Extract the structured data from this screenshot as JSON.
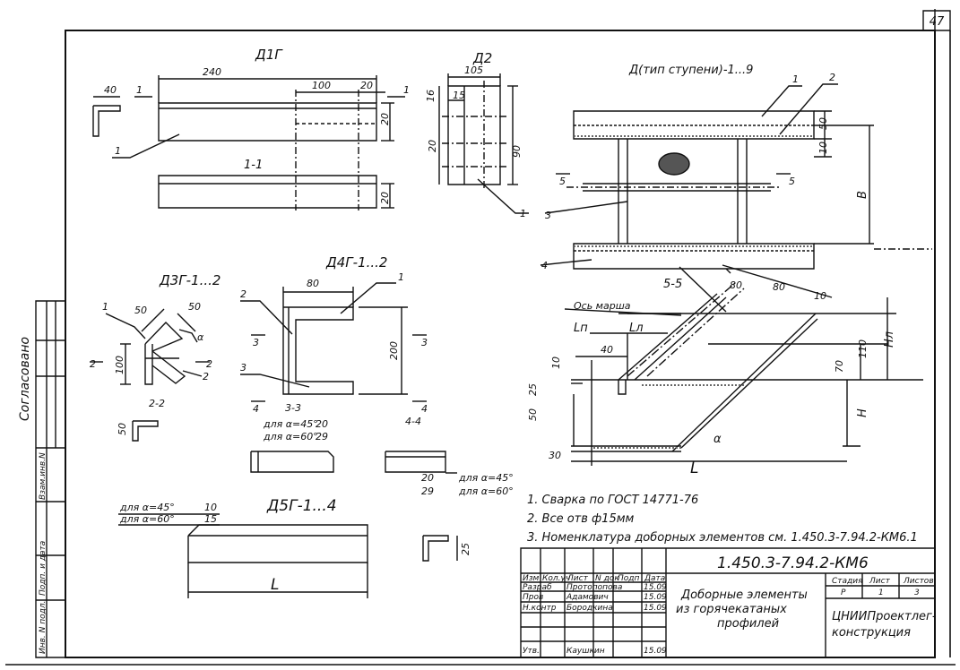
{
  "sheet_number": "47",
  "side_stamp": {
    "agreed": "Согласовано",
    "cells": [
      "Взам.инв.N",
      "Подп. и дата",
      "Инв. N подл."
    ]
  },
  "titles": {
    "d1g": "Д1Г",
    "d2": "Д2",
    "d_step": "Д(тип ступени)-1...9",
    "d3g": "Д3Г-1...2",
    "d4g": "Д4Г-1...2",
    "d5g": "Д5Г-1...4"
  },
  "sections": {
    "s11": "1-1",
    "s22": "2-2",
    "s33": "3-3",
    "s44": "4-4",
    "s55": "5-5"
  },
  "dims": {
    "d1g_240": "240",
    "d1g_40": "40",
    "d1g_100": "100",
    "d1g_20a": "20",
    "d1g_20b": "20",
    "d1g_20c": "20",
    "d2_105": "105",
    "d2_16": "16",
    "d2_15": "15",
    "d2_20": "20",
    "d2_90": "90",
    "dstep_50": "50",
    "dstep_10": "10",
    "dstep_B": "В",
    "d3g_50a": "50",
    "d3g_50b": "50",
    "d3g_100": "100",
    "d3g_alpha": "α",
    "d22_50": "50",
    "d4g_80": "80",
    "d4g_200": "200",
    "d33_20": "20",
    "d33_29": "29",
    "d44_20": "20",
    "d44_29": "29",
    "d5g_10": "10",
    "d5g_15": "15",
    "d5g_L": "L",
    "d5g_25": "25",
    "s55_80a": "80",
    "s55_80b": "80",
    "s55_10": "10",
    "s55_Ln": "Lп",
    "s55_L1": "Lл",
    "s55_40": "40",
    "s55_110": "110",
    "s55_70": "70",
    "s55_H1": "Нл",
    "s55_H": "Н",
    "s55_30": "30",
    "s55_L": "L",
    "s55_10b": "10",
    "s55_25": "25",
    "s55_50": "50",
    "s55_alpha": "α"
  },
  "angle_notes": {
    "a45": "для α=45°",
    "a60": "для α=60°"
  },
  "axis_label": "Ось марша",
  "markers": {
    "m1": "1",
    "m2": "2",
    "m3": "3",
    "m4": "4",
    "m5": "5"
  },
  "notes": [
    "1. Сварка по ГОСТ 14771-76",
    "2. Все отв ф15мм",
    "3. Номенклатура доборных элементов см. 1.450.3-7.94.2-КМ6.1"
  ],
  "title_block": {
    "code": "1.450.3-7.94.2-КМ6",
    "description_line1": "Доборные элементы",
    "description_line2": "из горячекатаных",
    "description_line3": "профилей",
    "head": [
      "Изм",
      "Кол.уч",
      "Лист",
      "N док",
      "Подп",
      "Дата"
    ],
    "rows": [
      {
        "role": "Разраб",
        "name": "Протопопова",
        "date": "15.09"
      },
      {
        "role": "Пров",
        "name": "Адамович",
        "date": "15.09"
      },
      {
        "role": "Н.контр",
        "name": "Бородкина",
        "date": "15.09"
      },
      {
        "role": "Утв.",
        "name": "Каушкин",
        "date": "15.09"
      }
    ],
    "stage_label": "Стадия",
    "sheet_label": "Лист",
    "sheets_label": "Листов",
    "stage": "Р",
    "sheet": "1",
    "sheets": "3",
    "org_line1": "ЦНИИПроектлег-",
    "org_line2": "конструкция"
  }
}
